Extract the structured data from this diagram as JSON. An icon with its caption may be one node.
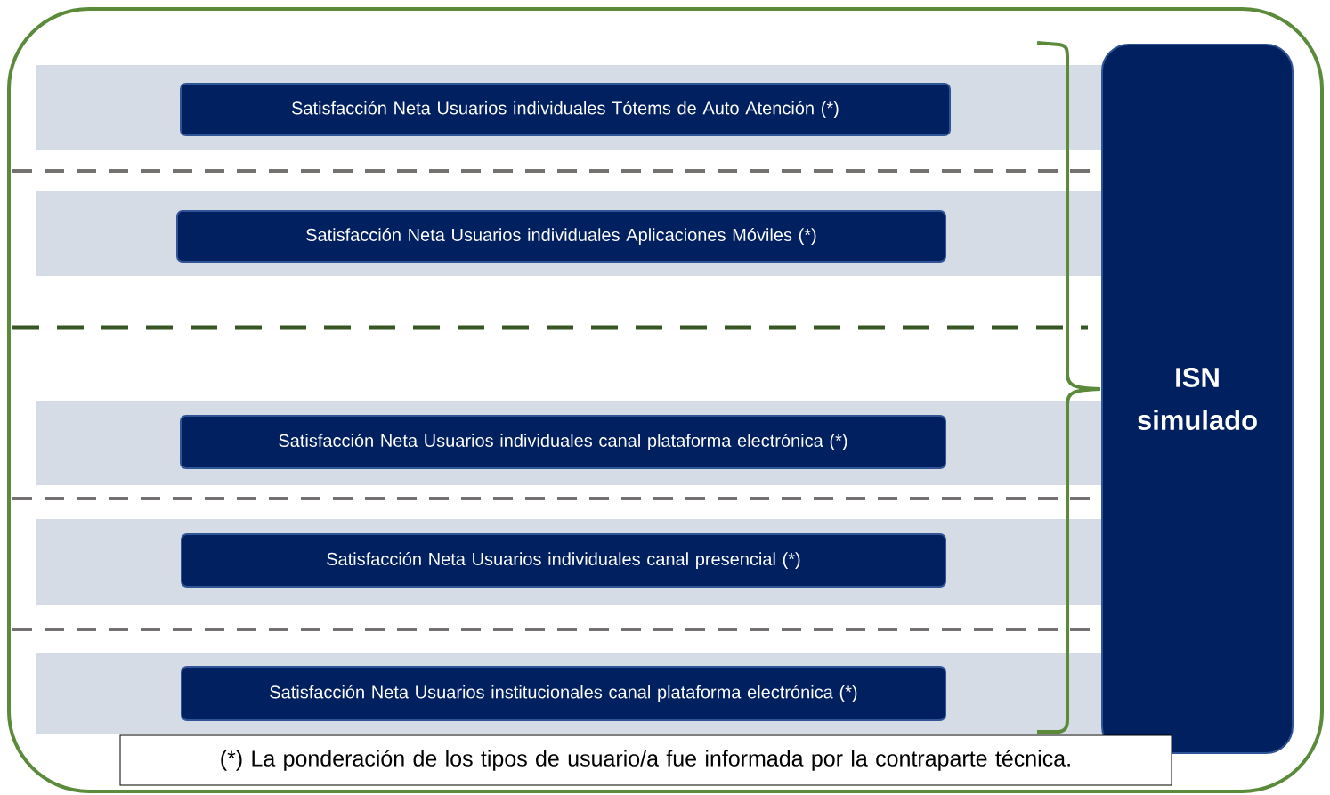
{
  "diagram": {
    "nodes": [
      {
        "text": [
          "Satisfacción Neta Usuarios individuales Tótems de Auto Atención (*)"
        ]
      },
      {
        "text": [
          "Satisfacción Neta Usuarios individuales Aplicaciones Móviles (*)"
        ]
      },
      {
        "text": [
          "Satisfacción Neta Usuarios individuales canal plataforma electrónica (*)"
        ]
      },
      {
        "text": [
          "Satisfacción Neta Usuarios individuales canal presencial (*)"
        ]
      },
      {
        "text": [
          "Satisfacción Neta Usuarios institucionales canal plataforma electrónica (*)"
        ]
      },
      {
        "text": [
          "ISN simulado"
        ]
      },
      {
        "text": [
          "(*) La ponderación de los tipos de usuario/a fue informada por la contraparte técnica."
        ]
      }
    ]
  }
}
